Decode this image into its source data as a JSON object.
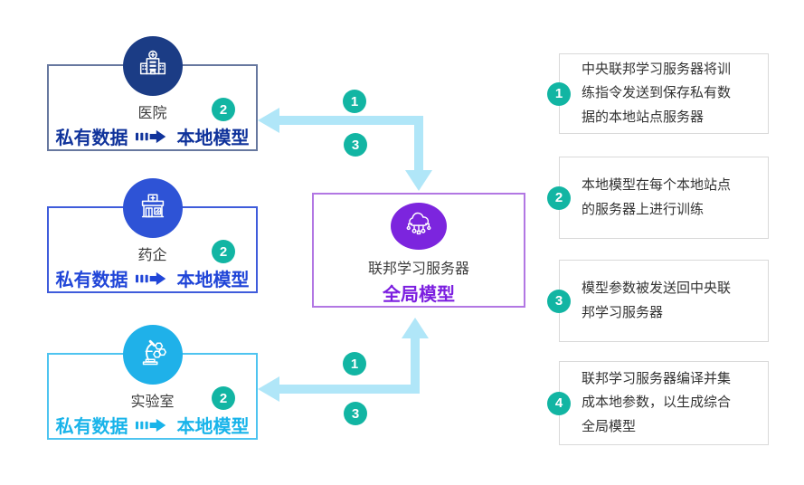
{
  "palette": {
    "badge_teal": "#12b5a3",
    "arrow_blue": "#b0e6f8",
    "hospital_navy": "#1b3c85",
    "hospital_text": "#10339b",
    "pharma_blue": "#2e53d6",
    "pharma_text": "#2146d8",
    "lab_cyan": "#1fb1e9",
    "server_purple": "#7c25de",
    "server_accent_text": "#7c1fe0",
    "note_border_gray": "#d9d9d9"
  },
  "icons": {
    "hospital": "hospital-building-icon",
    "pharma": "pharmacy-storefront-icon",
    "lab": "microscope-icon",
    "server": "cloud-network-icon",
    "data_flow": "data-to-model-arrow-icon"
  },
  "stations": [
    {
      "label": "医院",
      "badge": "2",
      "private_data_label": "私有数据",
      "local_model_label": "本地模型"
    },
    {
      "label": "药企",
      "badge": "2",
      "private_data_label": "私有数据",
      "local_model_label": "本地模型"
    },
    {
      "label": "实验室",
      "badge": "2",
      "private_data_label": "私有数据",
      "local_model_label": "本地模型"
    }
  ],
  "server": {
    "label": "联邦学习服务器",
    "global_model_label": "全局模型"
  },
  "arrows": {
    "top": {
      "badges": [
        "1",
        "3"
      ]
    },
    "bottom": {
      "badges": [
        "1",
        "3"
      ]
    }
  },
  "notes": [
    {
      "badge": "1",
      "text": "中央联邦学习服务器将训练指令发送到保存私有数据的本地站点服务器"
    },
    {
      "badge": "2",
      "text": "本地模型在每个本地站点的服务器上进行训练"
    },
    {
      "badge": "3",
      "text": "模型参数被发送回中央联邦学习服务器"
    },
    {
      "badge": "4",
      "text": "联邦学习服务器编译并集成本地参数，以生成综合全局模型"
    }
  ]
}
